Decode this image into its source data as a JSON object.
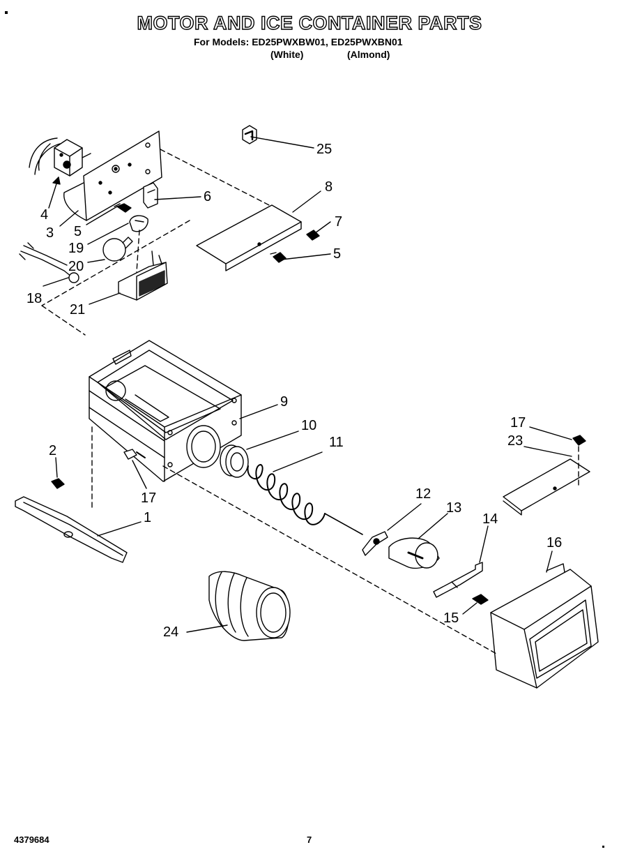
{
  "header": {
    "title": "MOTOR AND ICE CONTAINER PARTS",
    "models_line": "For Models: ED25PWXBW01, ED25PWXBN01",
    "variant_white": "(White)",
    "variant_almond": "(Almond)"
  },
  "footer": {
    "part_number": "4379684",
    "page_number": "7"
  },
  "callouts": [
    "4",
    "3",
    "5",
    "19",
    "20",
    "18",
    "21",
    "6",
    "25",
    "8",
    "7",
    "5",
    "9",
    "10",
    "11",
    "2",
    "17",
    "1",
    "12",
    "13",
    "14",
    "16",
    "17",
    "23",
    "15",
    "24"
  ]
}
